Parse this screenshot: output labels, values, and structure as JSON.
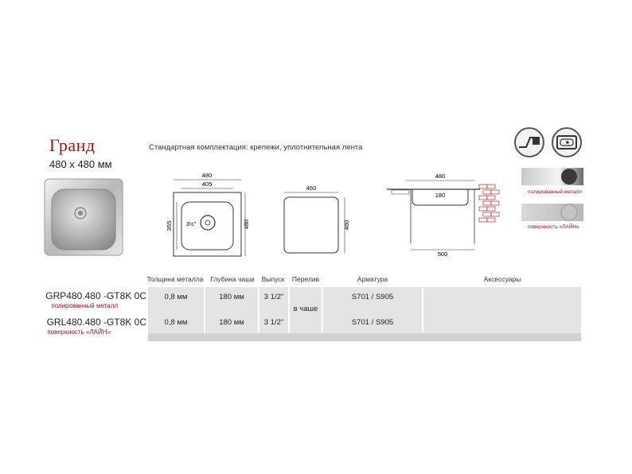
{
  "product": {
    "title": "Гранд",
    "size": "480 x 480 мм",
    "kit_note": "Стандартная комплектация: крепежи, уплотнительная лента"
  },
  "drawings": {
    "top_view": {
      "width_outer": "480",
      "width_inner": "405",
      "height_inner": "355",
      "height_outer": "480",
      "drain": "3½\""
    },
    "cutout": {
      "width": "460",
      "height": "460"
    },
    "section": {
      "top_width": "480",
      "depth": "180",
      "cabinet": "500"
    }
  },
  "finishes": [
    {
      "label": "полированный металл"
    },
    {
      "label": "поверхность «ЛАЙН»"
    }
  ],
  "table": {
    "headers": [
      "Толщина металла",
      "Глубина чаши",
      "Выпуск",
      "Перелив",
      "Арматура",
      "Аксессуары"
    ],
    "rows": [
      {
        "code": "GRP480.480 -GT8K 0C",
        "finish": "полированный металл",
        "thickness": "0,8 мм",
        "depth": "180 мм",
        "outlet": "3 1/2\"",
        "fittings": "S701 / S905"
      },
      {
        "code": "GRL480.480 -GT8K 0C",
        "finish": "поверхность «ЛАЙН»",
        "thickness": "0,8 мм",
        "depth": "180 мм",
        "outlet": "3 1/2\"",
        "fittings": "S701 / S905"
      }
    ],
    "overflow": "в чаше"
  },
  "colors": {
    "accent": "#a01419",
    "cell": "#e4e4e4"
  }
}
